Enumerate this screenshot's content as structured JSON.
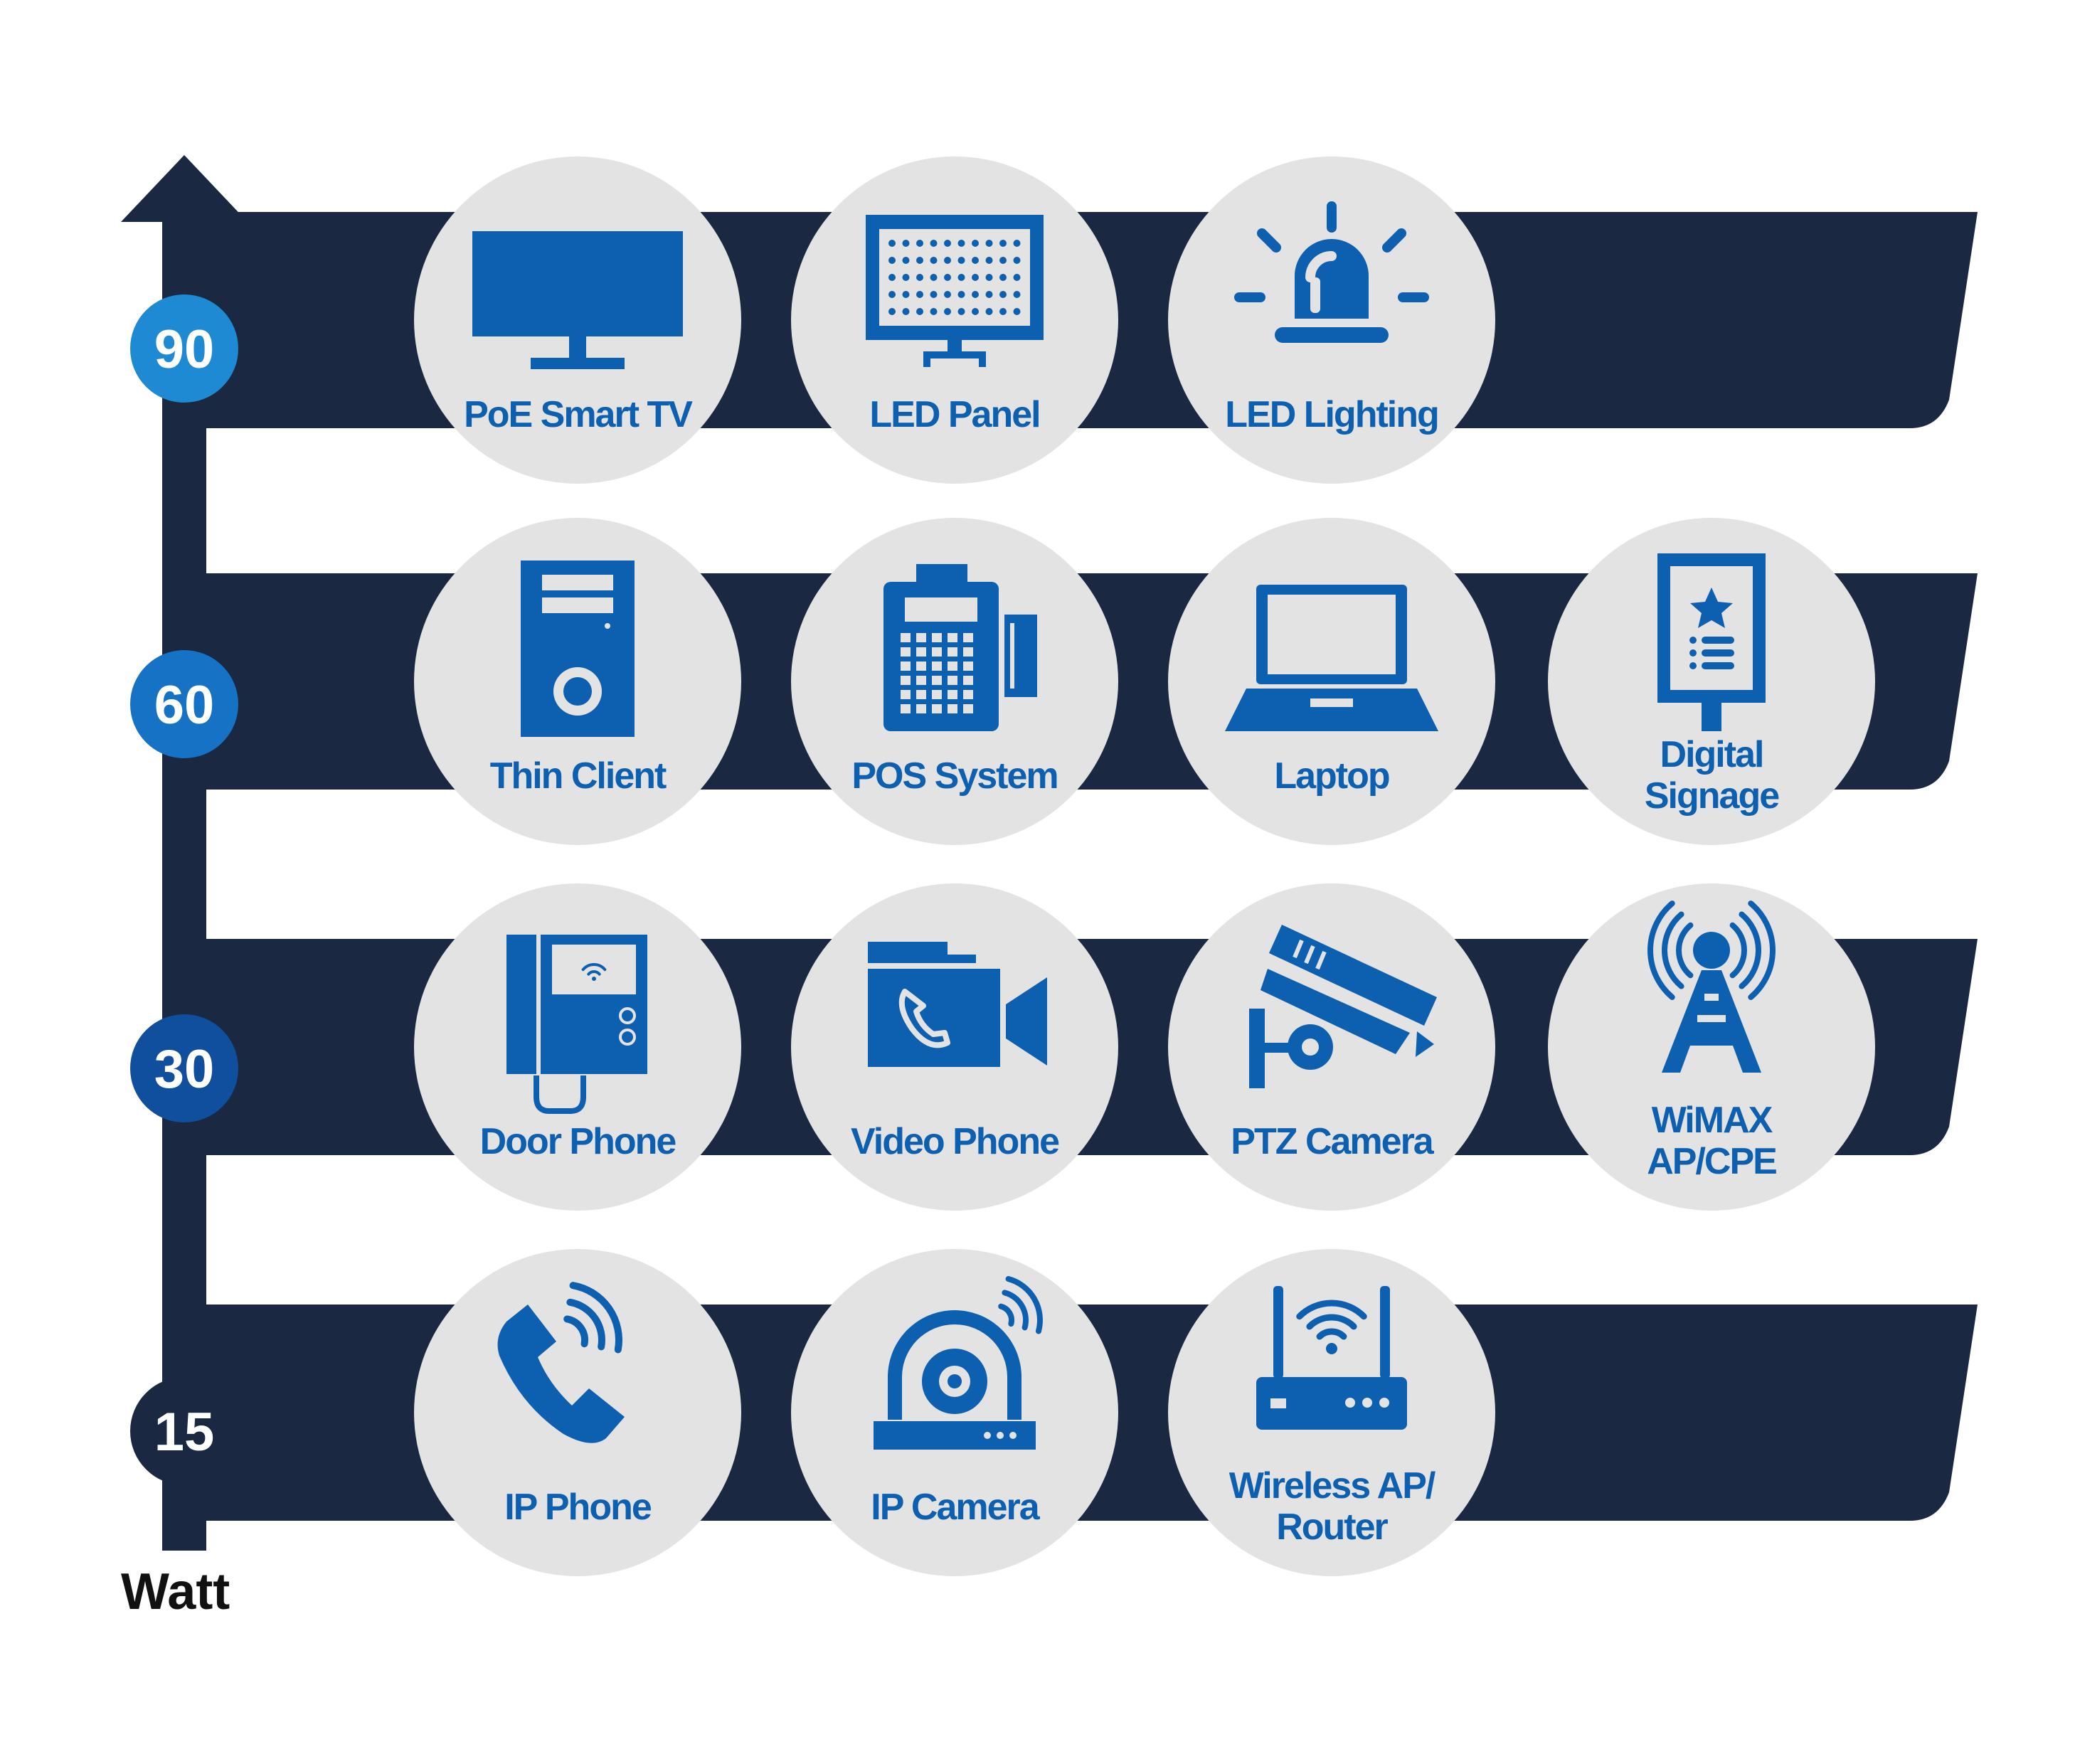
{
  "axis": {
    "unit": "Watt",
    "levels": [
      {
        "value": "90",
        "badge_color": "#1f8ad4"
      },
      {
        "value": "60",
        "badge_color": "#1572c4"
      },
      {
        "value": "30",
        "badge_color": "#0f4f9e"
      },
      {
        "value": "15",
        "badge_color": "#1a2841"
      }
    ]
  },
  "rows": [
    {
      "level": "90",
      "devices": [
        {
          "label": "PoE Smart TV",
          "icon": "smart-tv-icon"
        },
        {
          "label": "LED Panel",
          "icon": "led-panel-icon"
        },
        {
          "label": "LED Lighting",
          "icon": "beacon-light-icon"
        }
      ]
    },
    {
      "level": "60",
      "devices": [
        {
          "label": "Thin Client",
          "icon": "desktop-tower-icon"
        },
        {
          "label": "POS System",
          "icon": "pos-terminal-icon"
        },
        {
          "label": "Laptop",
          "icon": "laptop-icon"
        },
        {
          "label": "Digital Signage",
          "label_lines": [
            "Digital",
            "Signage"
          ],
          "icon": "signage-kiosk-icon"
        }
      ]
    },
    {
      "level": "30",
      "devices": [
        {
          "label": "Door Phone",
          "icon": "door-phone-icon"
        },
        {
          "label": "Video Phone",
          "icon": "video-call-icon"
        },
        {
          "label": "PTZ Camera",
          "icon": "security-camera-icon"
        },
        {
          "label": "WiMAX AP/CPE",
          "label_lines": [
            "WiMAX",
            "AP/CPE"
          ],
          "icon": "broadcast-tower-icon"
        }
      ]
    },
    {
      "level": "15",
      "devices": [
        {
          "label": "IP Phone",
          "icon": "phone-wifi-icon"
        },
        {
          "label": "IP Camera",
          "icon": "dome-camera-icon"
        },
        {
          "label": "Wireless AP/ Router",
          "label_lines": [
            "Wireless AP/",
            "Router"
          ],
          "icon": "wifi-router-icon"
        }
      ]
    }
  ],
  "colors": {
    "band": "#1a2841",
    "circle": "#e3e3e3",
    "icon_blue": "#0d5fb0"
  }
}
